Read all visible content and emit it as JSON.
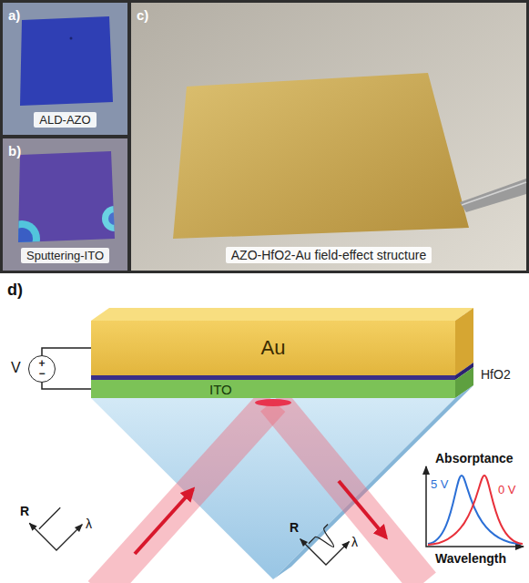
{
  "diagram": {
    "nodes": [
      {
        "text": [
          "a)",
          "ALD-AZO"
        ]
      },
      {
        "text": [
          "b)",
          "Sputtering-ITO"
        ]
      },
      {
        "text": [
          "c)",
          "AZO-HfO2-Au field-effect structure"
        ]
      },
      {
        "text": [
          "Au"
        ]
      },
      {
        "text": [
          "HfO2"
        ]
      },
      {
        "text": [
          "ITO"
        ]
      },
      {
        "text": [
          "+",
          "−"
        ]
      }
    ],
    "edges": [
      {
        "from": 6,
        "to": 3,
        "arrow": "none"
      },
      {
        "from": 6,
        "to": 5,
        "arrow": "none"
      }
    ],
    "labels": [
      "d)",
      "V",
      "R",
      "λ",
      "R",
      "λ",
      "Absorptance",
      "5 V",
      "0 V",
      "Wavelength"
    ]
  }
}
